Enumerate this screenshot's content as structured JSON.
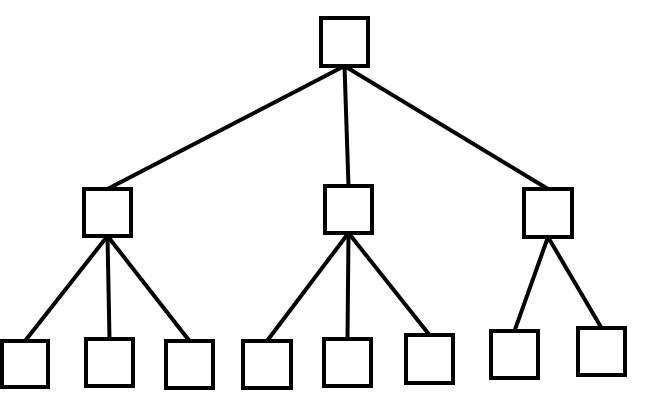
{
  "diagram": {
    "type": "tree",
    "root": {
      "id": "root",
      "children": [
        {
          "id": "a",
          "children": [
            {
              "id": "a1"
            },
            {
              "id": "a2"
            },
            {
              "id": "a3"
            }
          ]
        },
        {
          "id": "b",
          "children": [
            {
              "id": "b1"
            },
            {
              "id": "b2"
            },
            {
              "id": "b3"
            }
          ]
        },
        {
          "id": "c",
          "children": [
            {
              "id": "c1"
            },
            {
              "id": "c2"
            }
          ]
        }
      ]
    },
    "colors": {
      "stroke": "#000000",
      "node_fill": "#ffffff",
      "background": "#ffffff"
    }
  }
}
